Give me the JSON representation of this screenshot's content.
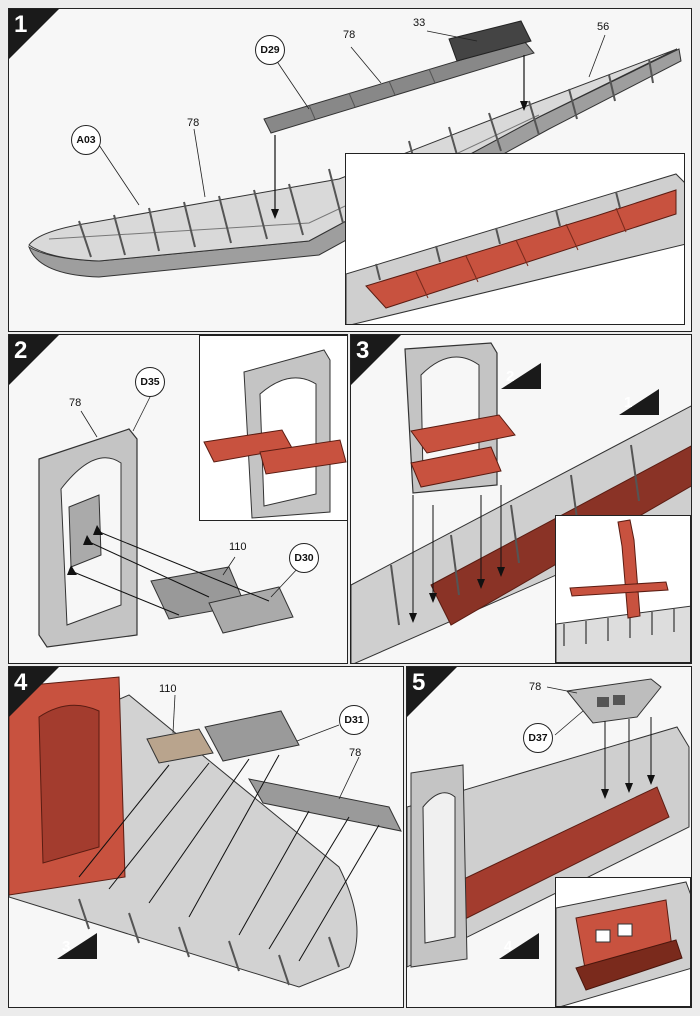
{
  "colors": {
    "red": "#c8523f",
    "grey": "#bdbdbd",
    "dark": "#555555",
    "ink": "#1a1a1a"
  },
  "steps": [
    {
      "number": "1",
      "parts": {
        "a03": "A03",
        "p78a": "78",
        "p78b": "78",
        "d29": "D29",
        "p33": "33",
        "p56": "56"
      }
    },
    {
      "number": "2",
      "parts": {
        "d35": "D35",
        "p78": "78",
        "p110": "110",
        "d30": "D30"
      }
    },
    {
      "number": "3",
      "refs": [
        "2",
        "1"
      ]
    },
    {
      "number": "4",
      "parts": {
        "p110": "110",
        "d31": "D31",
        "p78": "78"
      },
      "refs": [
        "3"
      ]
    },
    {
      "number": "5",
      "parts": {
        "p78": "78",
        "d37": "D37"
      },
      "refs": [
        "4"
      ]
    }
  ]
}
